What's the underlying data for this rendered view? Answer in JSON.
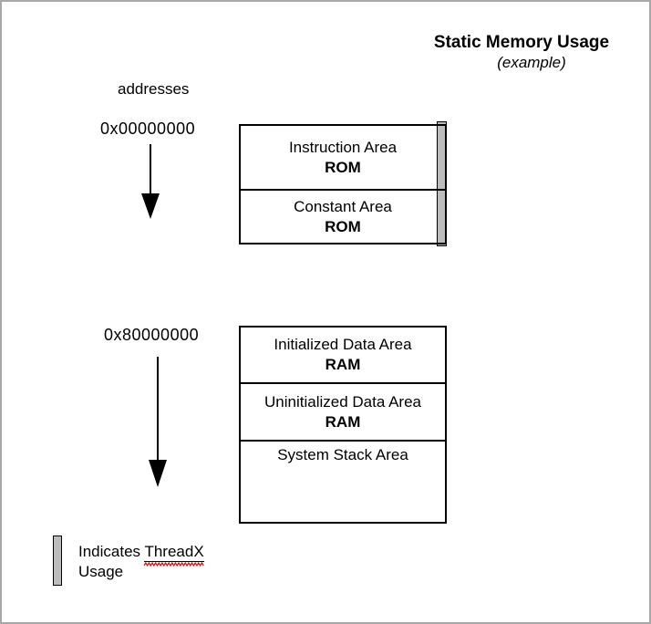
{
  "title": {
    "main": "Static Memory Usage",
    "subtitle": "(example)"
  },
  "axis": {
    "label": "addresses",
    "start_address": "0x00000000",
    "mid_address": "0x80000000"
  },
  "memory_map": {
    "rom_group": {
      "sections": [
        {
          "name": "Instruction Area",
          "type": "ROM"
        },
        {
          "name": "Constant Area",
          "type": "ROM"
        }
      ]
    },
    "ram_group": {
      "sections": [
        {
          "name": "Initialized Data Area",
          "type": "RAM"
        },
        {
          "name": "Uninitialized Data Area",
          "type": "RAM"
        },
        {
          "name": "System Stack Area",
          "type": ""
        }
      ]
    }
  },
  "legend": {
    "prefix": "Indicates ",
    "highlight": "ThreadX",
    "line2": "Usage"
  },
  "colors": {
    "threadx_strip_fill": "#bcbcbc",
    "strip_border": "#000000",
    "box_border": "#000000",
    "squiggle_red": "#e00000",
    "frame_border": "#a8a8a8",
    "text": "#000000"
  }
}
